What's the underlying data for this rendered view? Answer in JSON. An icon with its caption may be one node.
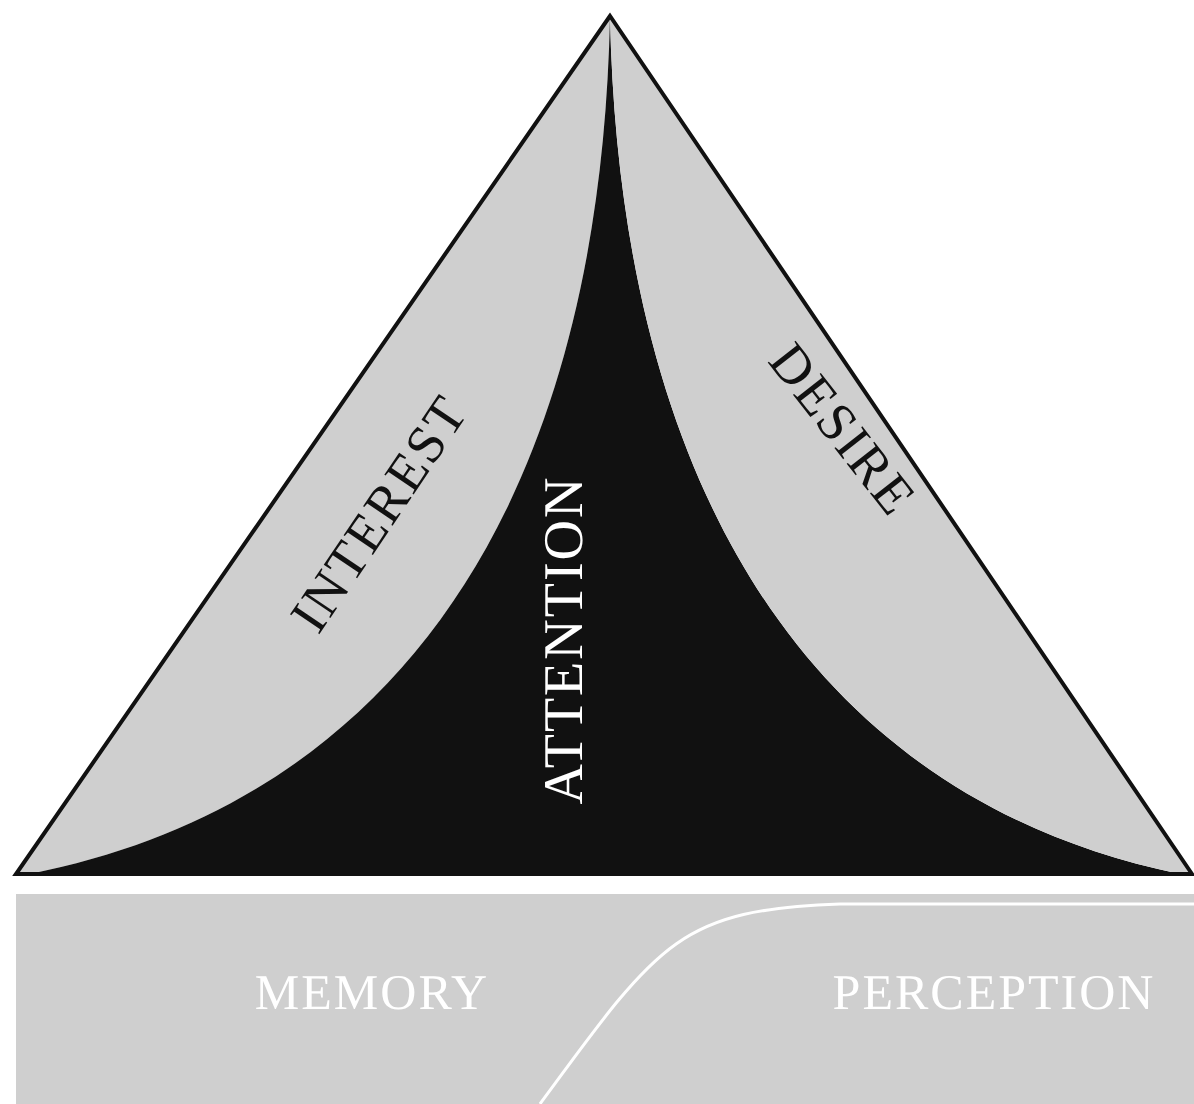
{
  "diagram": {
    "nodes": [
      {
        "text": [
          "INTEREST"
        ]
      },
      {
        "text": [
          "ATTENTION"
        ]
      },
      {
        "text": [
          "DESIRE"
        ]
      },
      {
        "text": [
          "MEMORY"
        ]
      },
      {
        "text": [
          "PERCEPTION"
        ]
      }
    ]
  }
}
